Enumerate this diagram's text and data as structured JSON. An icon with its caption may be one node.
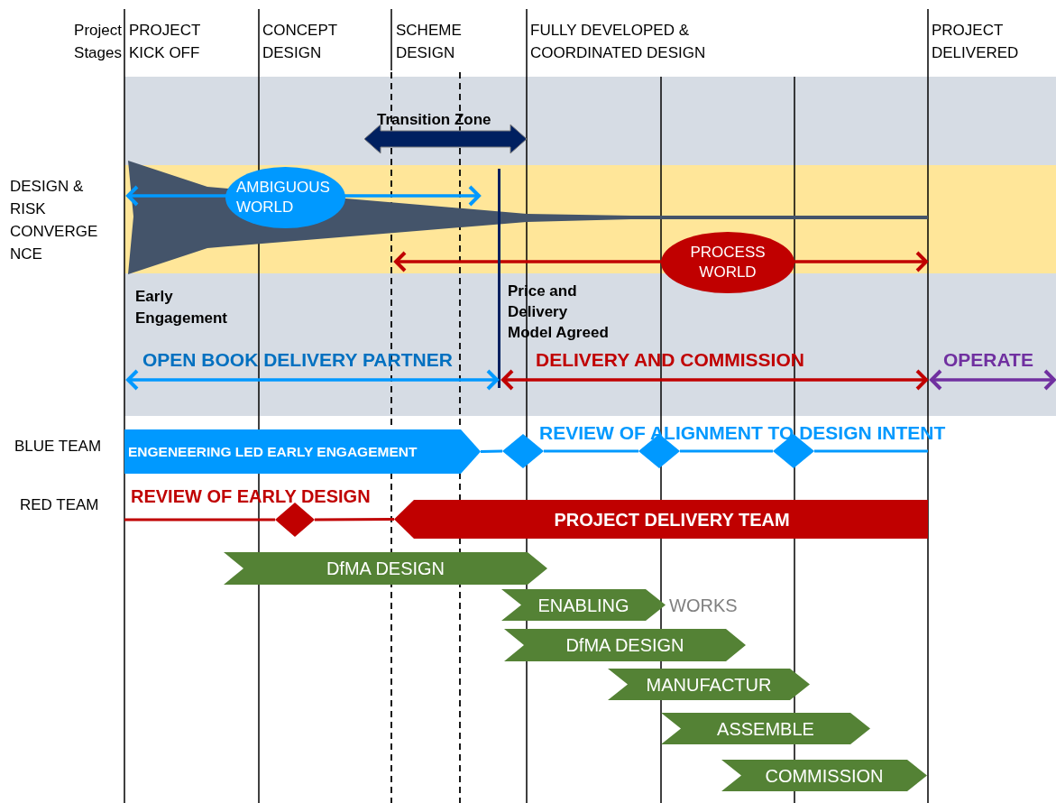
{
  "diagram": {
    "nodes": [
      {
        "text": [
          "AMBIGUOUS WORLD"
        ]
      },
      {
        "text": [
          "PROCESS WORLD"
        ]
      },
      {
        "text": [
          "ENGENEERING LED EARLY ENGAGEMENT"
        ]
      },
      {
        "text": [
          "PROJECT DELIVERY TEAM"
        ]
      },
      {
        "text": [
          "DfMA DESIGN"
        ]
      },
      {
        "text": [
          "ENABLING"
        ],
        "beside": [
          "WORKS"
        ]
      },
      {
        "text": [
          "DfMA DESIGN"
        ]
      },
      {
        "text": [
          "MANUFACTUR"
        ]
      },
      {
        "text": [
          "ASSEMBLE"
        ]
      },
      {
        "text": [
          "COMMISSION"
        ]
      },
      {
        "text": [],
        "shape": "diamond"
      },
      {
        "text": [],
        "shape": "diamond"
      },
      {
        "text": [],
        "shape": "diamond"
      },
      {
        "text": [],
        "shape": "diamond"
      }
    ],
    "edges": [
      {
        "from": 2,
        "to": 10,
        "arrow": "none"
      },
      {
        "from": 10,
        "to": 11,
        "arrow": "none"
      },
      {
        "from": 11,
        "to": 12,
        "arrow": "none"
      },
      {
        "from": 12,
        "to": null,
        "arrow": "none"
      },
      {
        "from": null,
        "to": 13,
        "arrow": "none",
        "color": "#c00000"
      },
      {
        "from": 13,
        "to": 3,
        "arrow": "none",
        "color": "#c00000"
      }
    ],
    "labels": [
      "Project Stages",
      "PROJECT KICK OFF",
      "CONCEPT DESIGN",
      "SCHEME DESIGN",
      "FULLY DEVELOPED & COORDINATED DESIGN",
      "PROJECT DELIVERED",
      "Transition Zone",
      "DESIGN & RISK CONVERGENCE",
      "Early Engagement",
      "Price and Delivery Model Agreed",
      "OPEN BOOK DELIVERY PARTNER",
      "DELIVERY AND COMMISSION",
      "OPERATE",
      "BLUE TEAM",
      "REVIEW OF ALIGNMENT TO DESIGN INTENT",
      "RED TEAM",
      "REVIEW OF EARLY DESIGN"
    ]
  }
}
